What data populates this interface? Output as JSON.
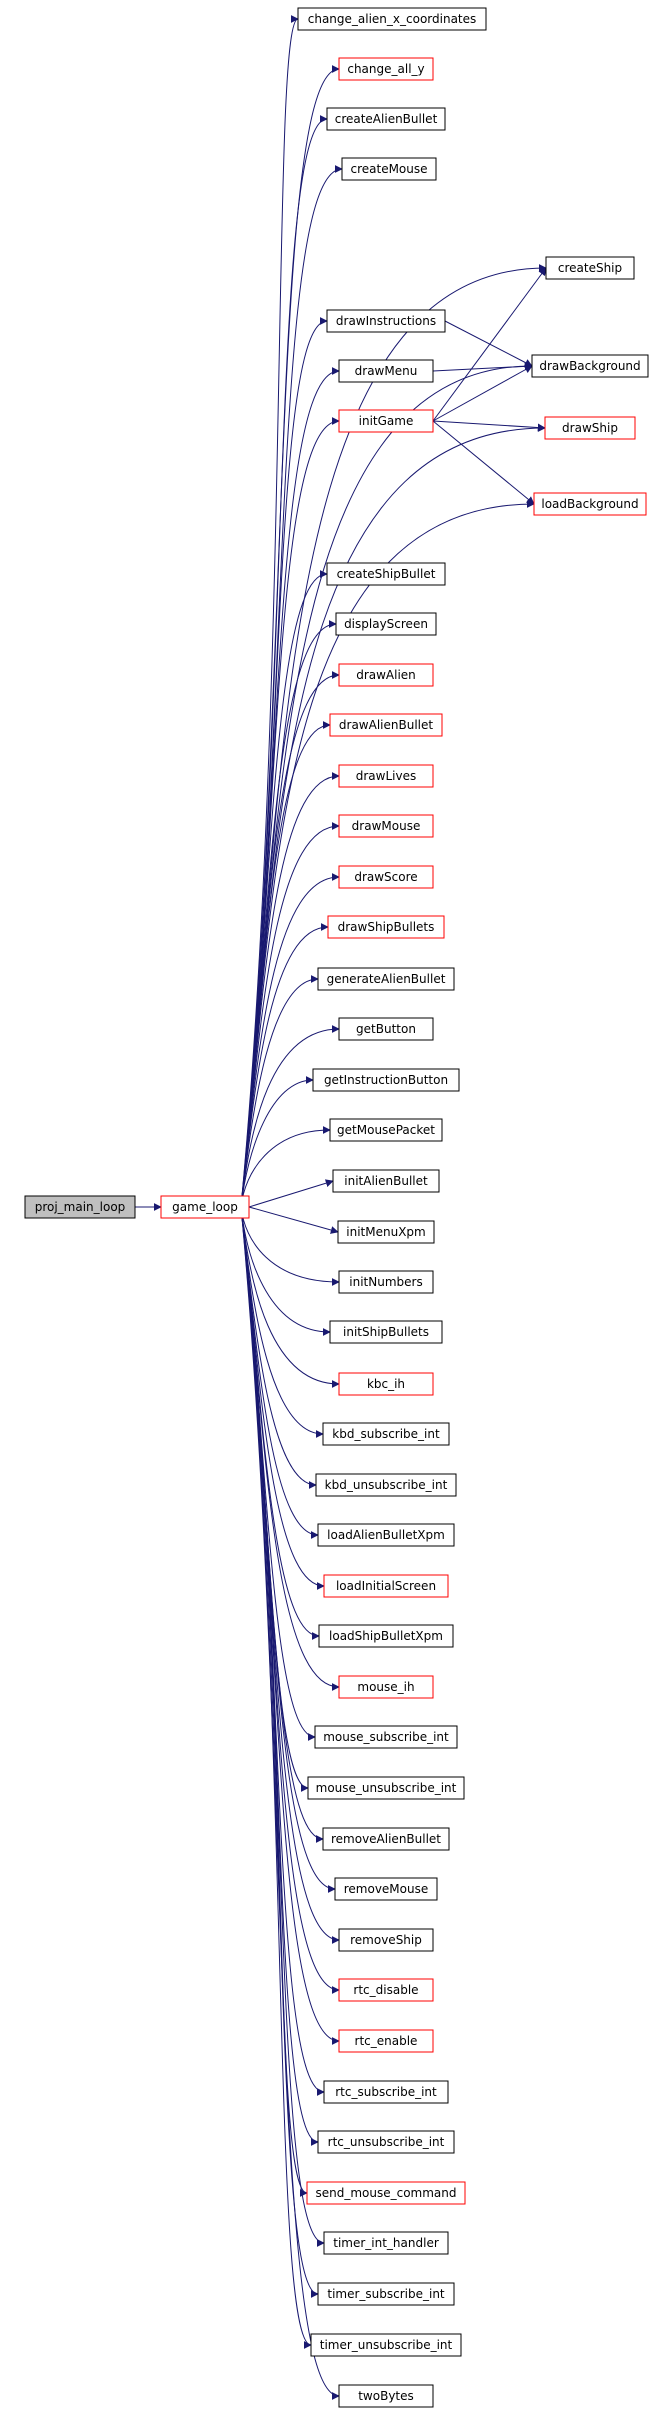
{
  "root": "proj_main_loop",
  "hub": "game_loop",
  "callees": [
    {
      "label": "change_alien_x_coordinates",
      "red": false
    },
    {
      "label": "change_all_y",
      "red": true
    },
    {
      "label": "createAlienBullet",
      "red": false
    },
    {
      "label": "createMouse",
      "red": false
    },
    {
      "label": "createShip",
      "red": false
    },
    {
      "label": "drawInstructions",
      "red": false
    },
    {
      "label": "drawBackground",
      "red": false
    },
    {
      "label": "drawMenu",
      "red": false
    },
    {
      "label": "initGame",
      "red": true
    },
    {
      "label": "drawShip",
      "red": true
    },
    {
      "label": "loadBackground",
      "red": true
    },
    {
      "label": "createShipBullet",
      "red": false
    },
    {
      "label": "displayScreen",
      "red": false
    },
    {
      "label": "drawAlien",
      "red": true
    },
    {
      "label": "drawAlienBullet",
      "red": true
    },
    {
      "label": "drawLives",
      "red": true
    },
    {
      "label": "drawMouse",
      "red": true
    },
    {
      "label": "drawScore",
      "red": true
    },
    {
      "label": "drawShipBullets",
      "red": true
    },
    {
      "label": "generateAlienBullet",
      "red": false
    },
    {
      "label": "getButton",
      "red": false
    },
    {
      "label": "getInstructionButton",
      "red": false
    },
    {
      "label": "getMousePacket",
      "red": false
    },
    {
      "label": "initAlienBullet",
      "red": false
    },
    {
      "label": "initMenuXpm",
      "red": false
    },
    {
      "label": "initNumbers",
      "red": false
    },
    {
      "label": "initShipBullets",
      "red": false
    },
    {
      "label": "kbc_ih",
      "red": true
    },
    {
      "label": "kbd_subscribe_int",
      "red": false
    },
    {
      "label": "kbd_unsubscribe_int",
      "red": false
    },
    {
      "label": "loadAlienBulletXpm",
      "red": false
    },
    {
      "label": "loadInitialScreen",
      "red": true
    },
    {
      "label": "loadShipBulletXpm",
      "red": false
    },
    {
      "label": "mouse_ih",
      "red": true
    },
    {
      "label": "mouse_subscribe_int",
      "red": false
    },
    {
      "label": "mouse_unsubscribe_int",
      "red": false
    },
    {
      "label": "removeAlienBullet",
      "red": false
    },
    {
      "label": "removeMouse",
      "red": false
    },
    {
      "label": "removeShip",
      "red": false
    },
    {
      "label": "rtc_disable",
      "red": true
    },
    {
      "label": "rtc_enable",
      "red": true
    },
    {
      "label": "rtc_subscribe_int",
      "red": false
    },
    {
      "label": "rtc_unsubscribe_int",
      "red": false
    },
    {
      "label": "send_mouse_command",
      "red": true
    },
    {
      "label": "timer_int_handler",
      "red": false
    },
    {
      "label": "timer_subscribe_int",
      "red": false
    },
    {
      "label": "timer_unsubscribe_int",
      "red": false
    },
    {
      "label": "twoBytes",
      "red": false
    }
  ],
  "secondary_calls": [
    [
      "drawInstructions",
      "drawBackground"
    ],
    [
      "drawMenu",
      "drawBackground"
    ],
    [
      "initGame",
      "createShip"
    ],
    [
      "initGame",
      "drawBackground"
    ],
    [
      "initGame",
      "drawShip"
    ],
    [
      "initGame",
      "loadBackground"
    ]
  ],
  "colors": {
    "edge": "#191970",
    "root_fill": "#bfbfbf",
    "border": "#000000",
    "red_border": "#ff0000"
  }
}
